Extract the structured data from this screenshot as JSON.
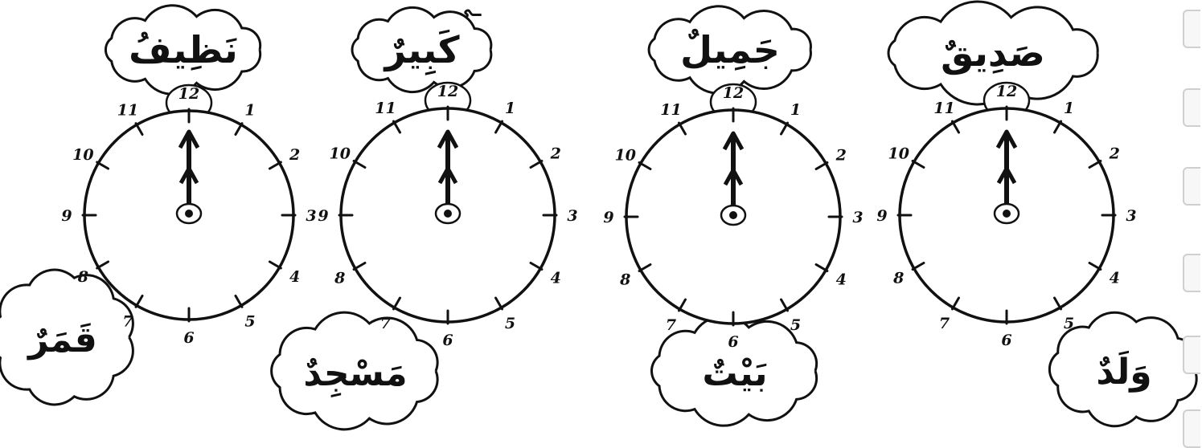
{
  "header": {
    "partial_text": "ـي"
  },
  "clocks": [
    {
      "id": "clock-1",
      "numbers": [
        "12",
        "1",
        "2",
        "3",
        "4",
        "5",
        "6",
        "7",
        "8",
        "9",
        "10",
        "11"
      ],
      "time": "12:00",
      "top_word": "نَظِيفُ",
      "bottom_word": "قَمَرٌ"
    },
    {
      "id": "clock-2",
      "numbers": [
        "12",
        "1",
        "2",
        "3",
        "4",
        "5",
        "6",
        "7",
        "8",
        "9",
        "10",
        "11"
      ],
      "time": "12:00",
      "top_word": "كَبِيرٌ",
      "bottom_word": "مَسْجِدٌ"
    },
    {
      "id": "clock-3",
      "numbers": [
        "12",
        "1",
        "2",
        "3",
        "4",
        "5",
        "6",
        "7",
        "8",
        "9",
        "10",
        "11"
      ],
      "time": "12:00",
      "top_word": "جَمِيلٌ",
      "bottom_word": "بَيْتٌ"
    },
    {
      "id": "clock-4",
      "numbers": [
        "12",
        "1",
        "2",
        "3",
        "4",
        "5",
        "6",
        "7",
        "8",
        "9",
        "10",
        "11"
      ],
      "time": "12:00",
      "top_word": "صَدِيقٌ",
      "bottom_word": "وَلَدٌ"
    }
  ]
}
